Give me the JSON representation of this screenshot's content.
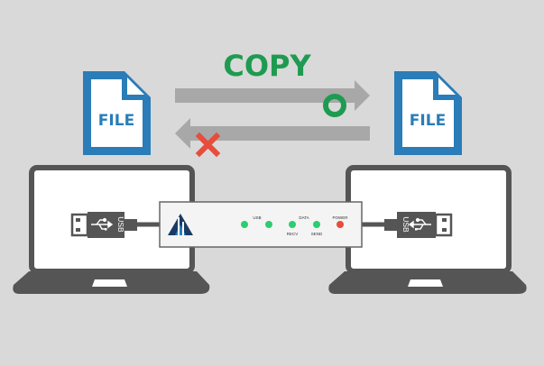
{
  "title": "COPY",
  "file_left": {
    "label": "FILE"
  },
  "file_right": {
    "label": "FILE"
  },
  "usb_left": {
    "label": "USB"
  },
  "usb_right": {
    "label": "USB"
  },
  "device": {
    "leds": [
      {
        "top_label": "USB",
        "bottom_label": ""
      },
      {
        "top_label": "",
        "bottom_label": ""
      },
      {
        "top_label": "DATA",
        "bottom_label": "RECV"
      },
      {
        "top_label": "",
        "bottom_label": "SEND"
      },
      {
        "top_label": "POWER",
        "bottom_label": ""
      }
    ]
  },
  "colors": {
    "background": "#d9d9d9",
    "title_green": "#1e9b50",
    "file_blue": "#2a7db8",
    "laptop_gray": "#555555",
    "arrow_gray": "#a8a8a8",
    "ok_green": "#1e9b50",
    "ng_red": "#e74c3c",
    "led_green": "#2ecc71",
    "led_red": "#e74c3c"
  },
  "icons": [
    "file-icon",
    "laptop-icon",
    "usb-plug-icon",
    "usb-trident-icon",
    "arrow-right-icon",
    "arrow-left-icon",
    "circle-ok-icon",
    "cross-ng-icon",
    "device-logo-icon"
  ]
}
